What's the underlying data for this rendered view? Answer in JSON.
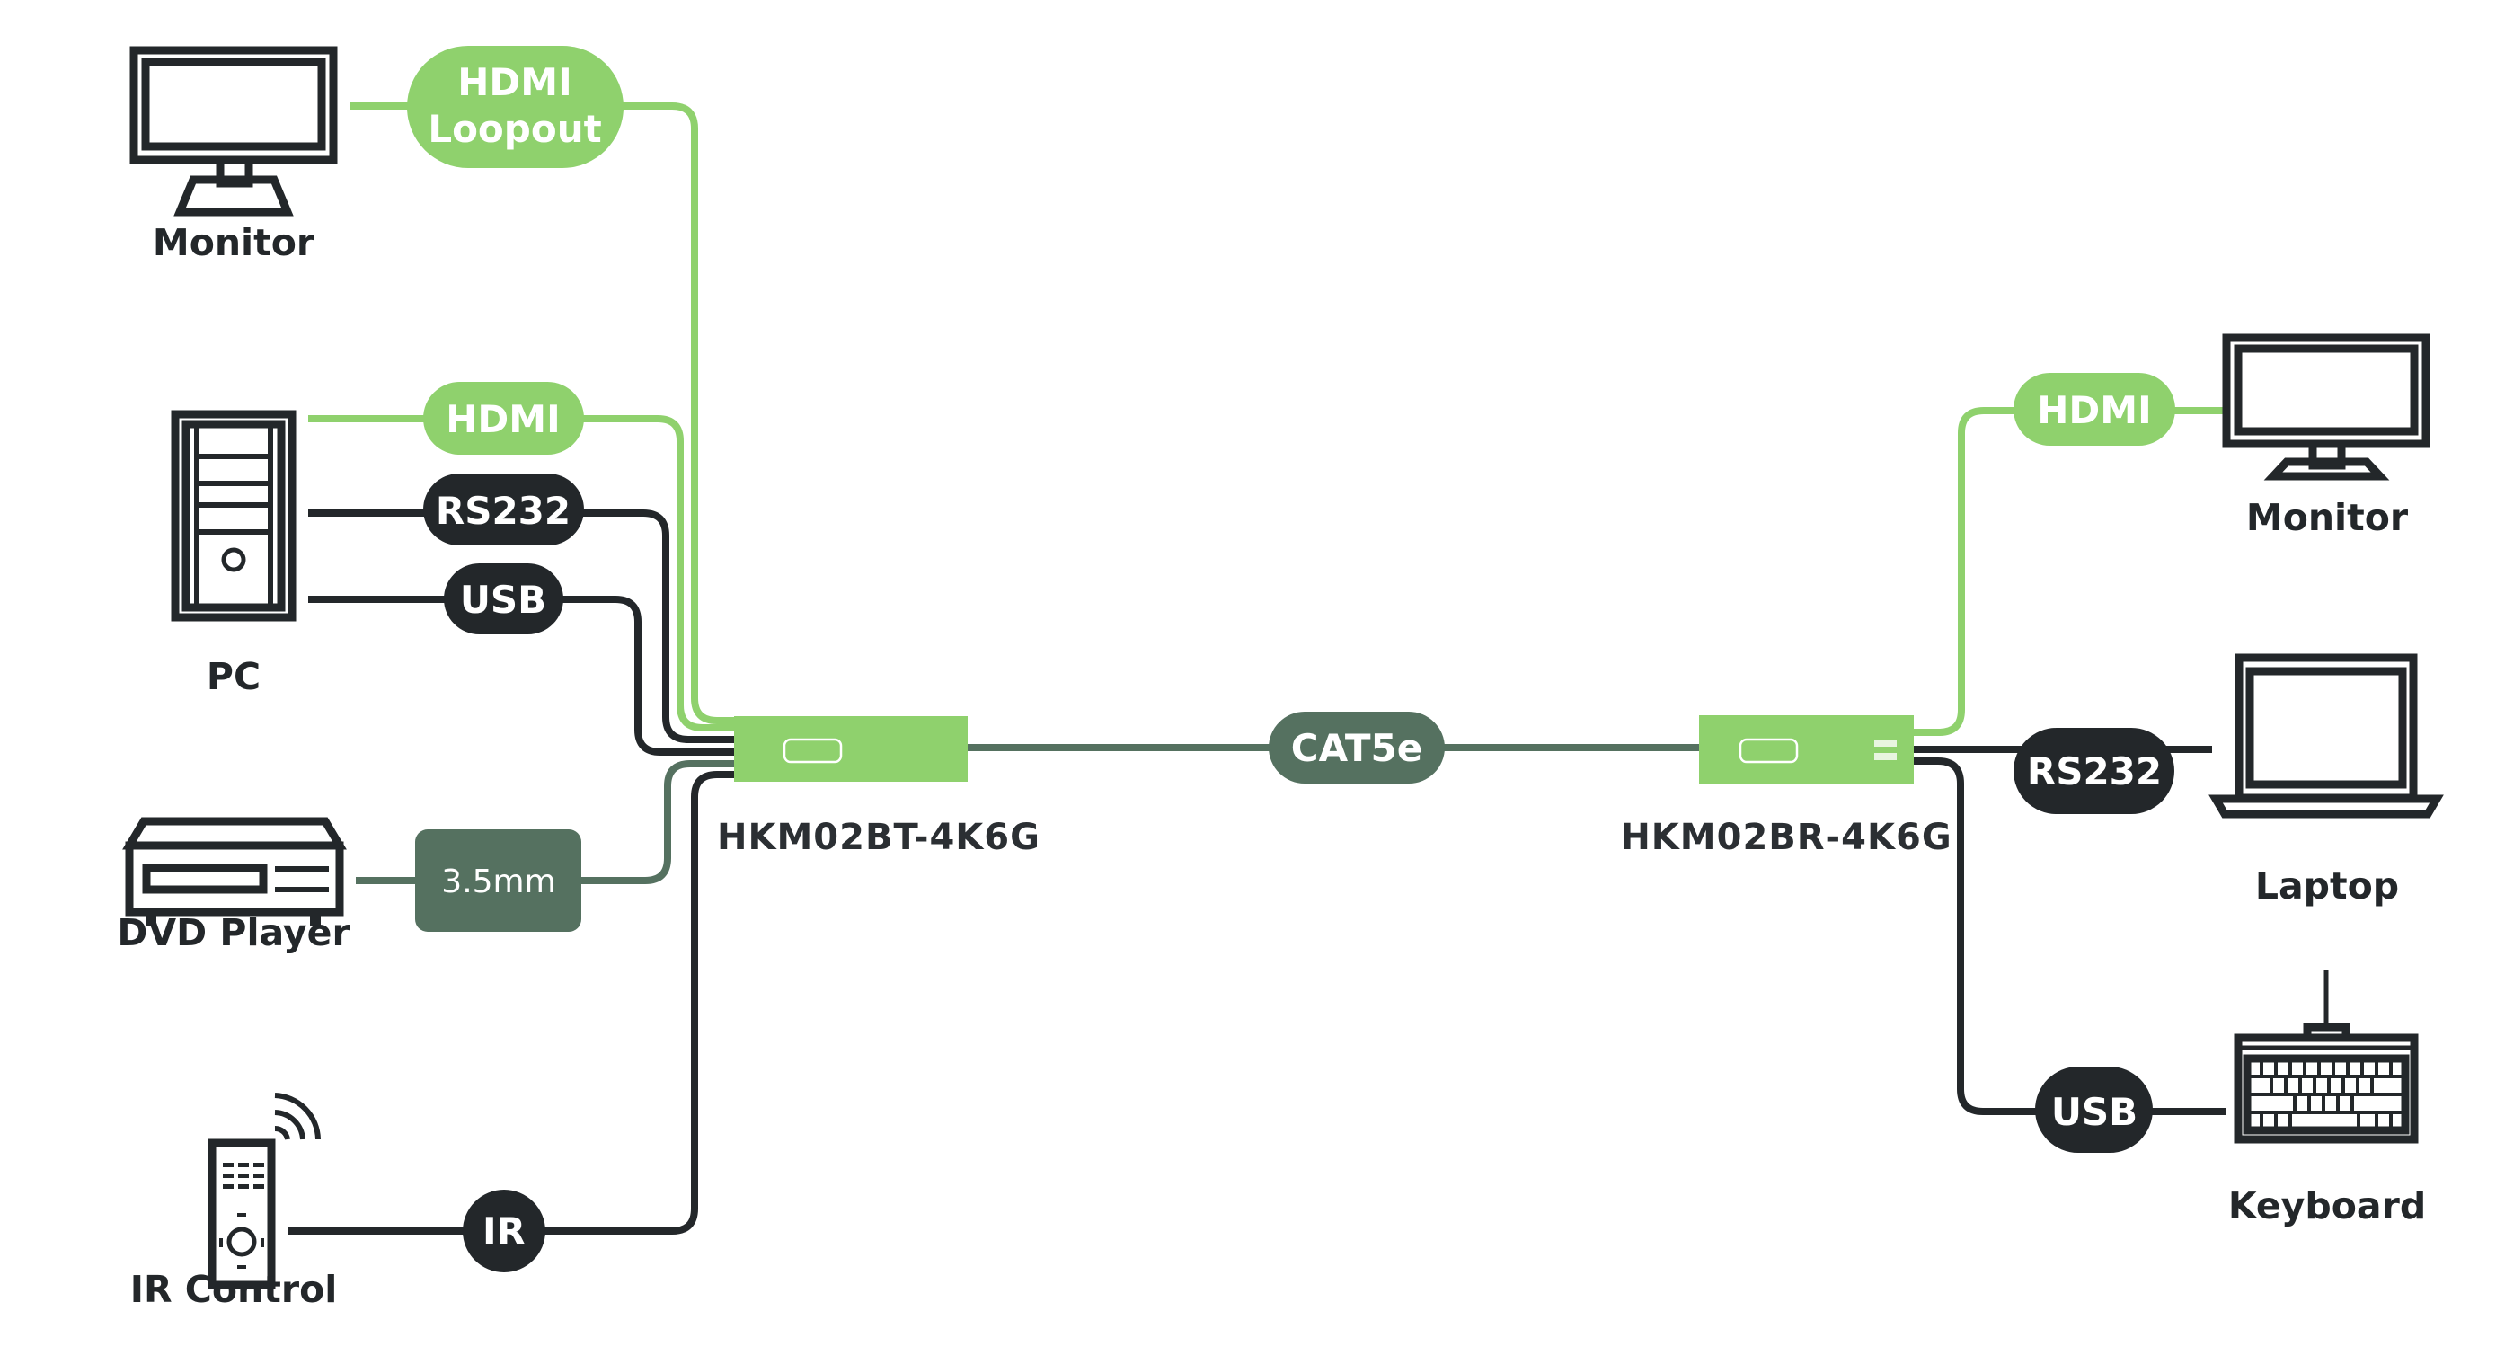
{
  "colors": {
    "hdmi_green": "#8fd16d",
    "data_dark": "#23272a",
    "cat_green": "#557160",
    "device_green": "#8fd16d",
    "label_text": "#23272a"
  },
  "devices": {
    "monitor_left": {
      "label": "Monitor",
      "icon": "monitor-icon"
    },
    "pc": {
      "label": "PC",
      "icon": "pc-tower-icon"
    },
    "dvd_player": {
      "label": "DVD Player",
      "icon": "dvd-player-icon"
    },
    "ir_control": {
      "label": "IR Control",
      "icon": "remote-control-icon"
    },
    "monitor_right": {
      "label": "Monitor",
      "icon": "monitor-icon"
    },
    "laptop": {
      "label": "Laptop",
      "icon": "laptop-icon"
    },
    "keyboard": {
      "label": "Keyboard",
      "icon": "keyboard-icon"
    }
  },
  "units": {
    "transmitter": {
      "model": "HKM02BT-4K6G"
    },
    "receiver": {
      "model": "HKM02BR-4K6G"
    }
  },
  "connections": {
    "hdmi_loopout": {
      "line1": "HDMI",
      "line2": "Loopout"
    },
    "pc_hdmi": {
      "label": "HDMI"
    },
    "pc_rs232": {
      "label": "RS232"
    },
    "pc_usb": {
      "label": "USB"
    },
    "dvd_audio": {
      "label": "3.5mm"
    },
    "ir": {
      "label": "IR"
    },
    "link": {
      "label": "CAT5e"
    },
    "rx_hdmi": {
      "label": "HDMI"
    },
    "rx_rs232": {
      "label": "RS232"
    },
    "rx_usb": {
      "label": "USB"
    }
  }
}
